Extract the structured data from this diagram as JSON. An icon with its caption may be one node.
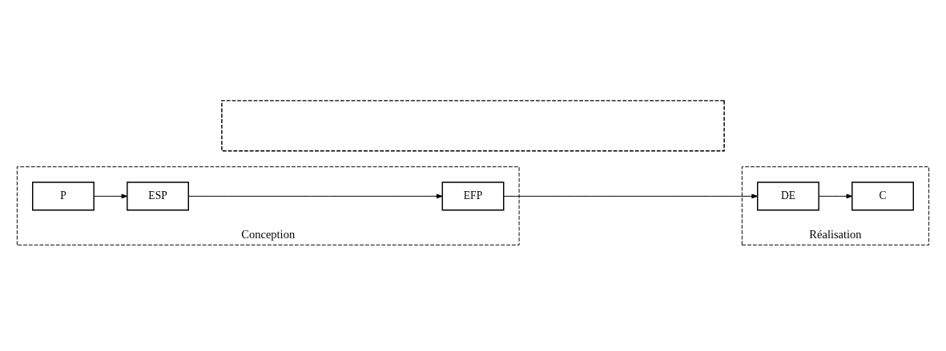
{
  "diagram": {
    "nodes": [
      {
        "text": [
          "Conception"
        ]
      },
      {
        "text": [
          "Réalisation"
        ]
      },
      {
        "text": [
          "P"
        ],
        "in": 0
      },
      {
        "text": [
          "ESP"
        ],
        "in": 0
      },
      {
        "text": [
          "EFP"
        ],
        "in": 0
      },
      {
        "text": [
          "DE"
        ],
        "in": 1
      },
      {
        "text": [
          "C"
        ],
        "in": 1
      },
      {
        "text": [],
        "shape": "box"
      }
    ],
    "edges": [
      {
        "from": 2,
        "to": 3,
        "arrow": "to"
      },
      {
        "from": 3,
        "to": 4,
        "arrow": "to"
      },
      {
        "from": 4,
        "to": 5,
        "arrow": "to"
      },
      {
        "from": 5,
        "to": 6,
        "arrow": "to"
      }
    ]
  }
}
